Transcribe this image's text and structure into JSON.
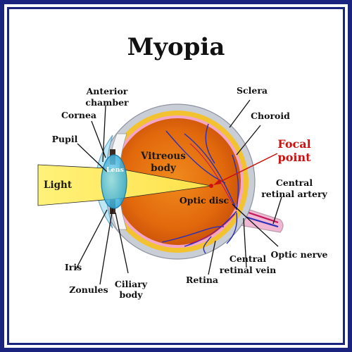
{
  "title": "Myopia",
  "labels": {
    "anterior_chamber_line1": "Anterior",
    "anterior_chamber_line2": "chamber",
    "cornea": "Cornea",
    "pupil": "Pupil",
    "light": "Light",
    "lens": "Lens",
    "vitreous_body_line1": "Vitreous",
    "vitreous_body_line2": "body",
    "sclera": "Sclera",
    "choroid": "Choroid",
    "focal_point_line1": "Focal",
    "focal_point_line2": "point",
    "central_retinal_artery_line1": "Central",
    "central_retinal_artery_line2": "retinal artery",
    "optic_disc": "Optic disc",
    "optic_nerve": "Optic nerve",
    "central_retinal_vein_line1": "Central",
    "central_retinal_vein_line2": "retinal vein",
    "retina": "Retina",
    "iris": "Iris",
    "zonules": "Zonules",
    "ciliary_body_line1": "Ciliary",
    "ciliary_body_line2": "body"
  },
  "colors": {
    "frame": "#1a237e",
    "sclera": "#c9cdd6",
    "choroid": "#f2c230",
    "vitreous": "#e8740f",
    "retina_band": "#f4a6c8",
    "vessels": "#2a2fb8",
    "cornea": "#bfe8f6",
    "lens": "#5cc6e8",
    "light_beam": "#fff27a",
    "focal_label": "#cc1111",
    "optic_nerve": "#f0b6d2"
  }
}
